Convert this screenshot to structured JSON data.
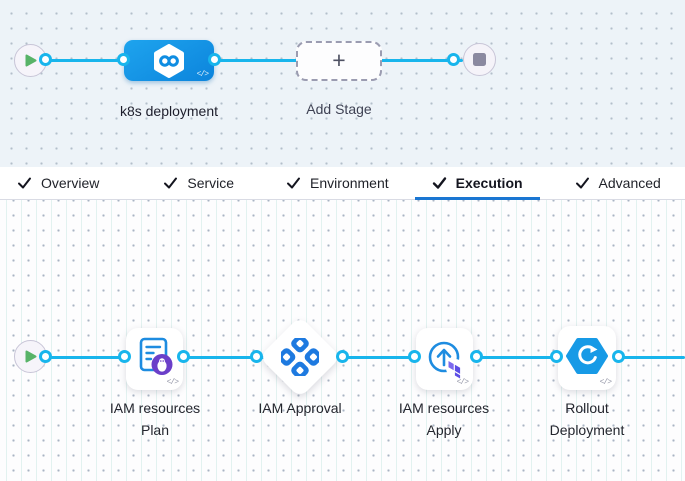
{
  "stage_canvas": {
    "stage": {
      "label": "k8s deployment"
    },
    "add_stage": {
      "label": "Add Stage",
      "plus": "+"
    },
    "code_toggle": "</>"
  },
  "tabs": [
    {
      "label": "Overview"
    },
    {
      "label": "Service"
    },
    {
      "label": "Environment"
    },
    {
      "label": "Execution"
    },
    {
      "label": "Advanced"
    }
  ],
  "execution_canvas": {
    "code_toggle": "</>",
    "steps": [
      {
        "type": "terraform-plan",
        "label_line1": "IAM resources",
        "label_line2": "Plan"
      },
      {
        "type": "approval",
        "label_line1": "IAM Approval",
        "label_line2": ""
      },
      {
        "type": "terraform-apply",
        "label_line1": "IAM resources",
        "label_line2": "Apply"
      },
      {
        "type": "rollout",
        "label_line1": "Rollout",
        "label_line2": "Deployment"
      }
    ]
  },
  "colors": {
    "connector_blue": "#18b5ec",
    "stage_blue": "#1193e8",
    "active_tab_blue": "#1a76d2",
    "play_green": "#58b368",
    "approval_blue": "#1e7ae0",
    "terraform_purple": "#5c4ee5",
    "badge_purple": "#6b3fc9"
  }
}
